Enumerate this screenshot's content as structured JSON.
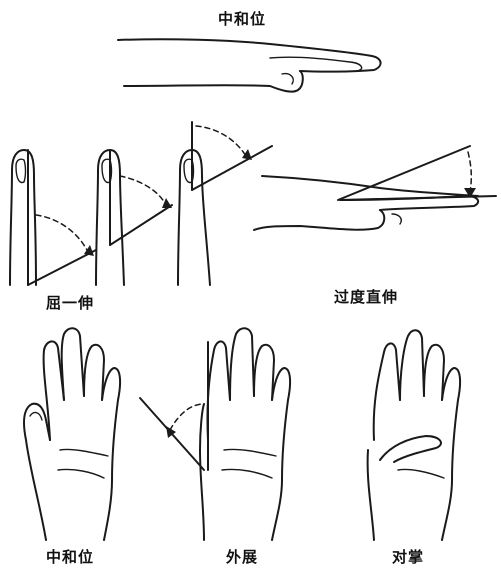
{
  "labels": {
    "top_neutral": "中和位",
    "flexion_extension": "屈一伸",
    "hyperextension": "过度直伸",
    "bottom_neutral": "中和位",
    "abduction": "外展",
    "opposition": "对掌"
  }
}
